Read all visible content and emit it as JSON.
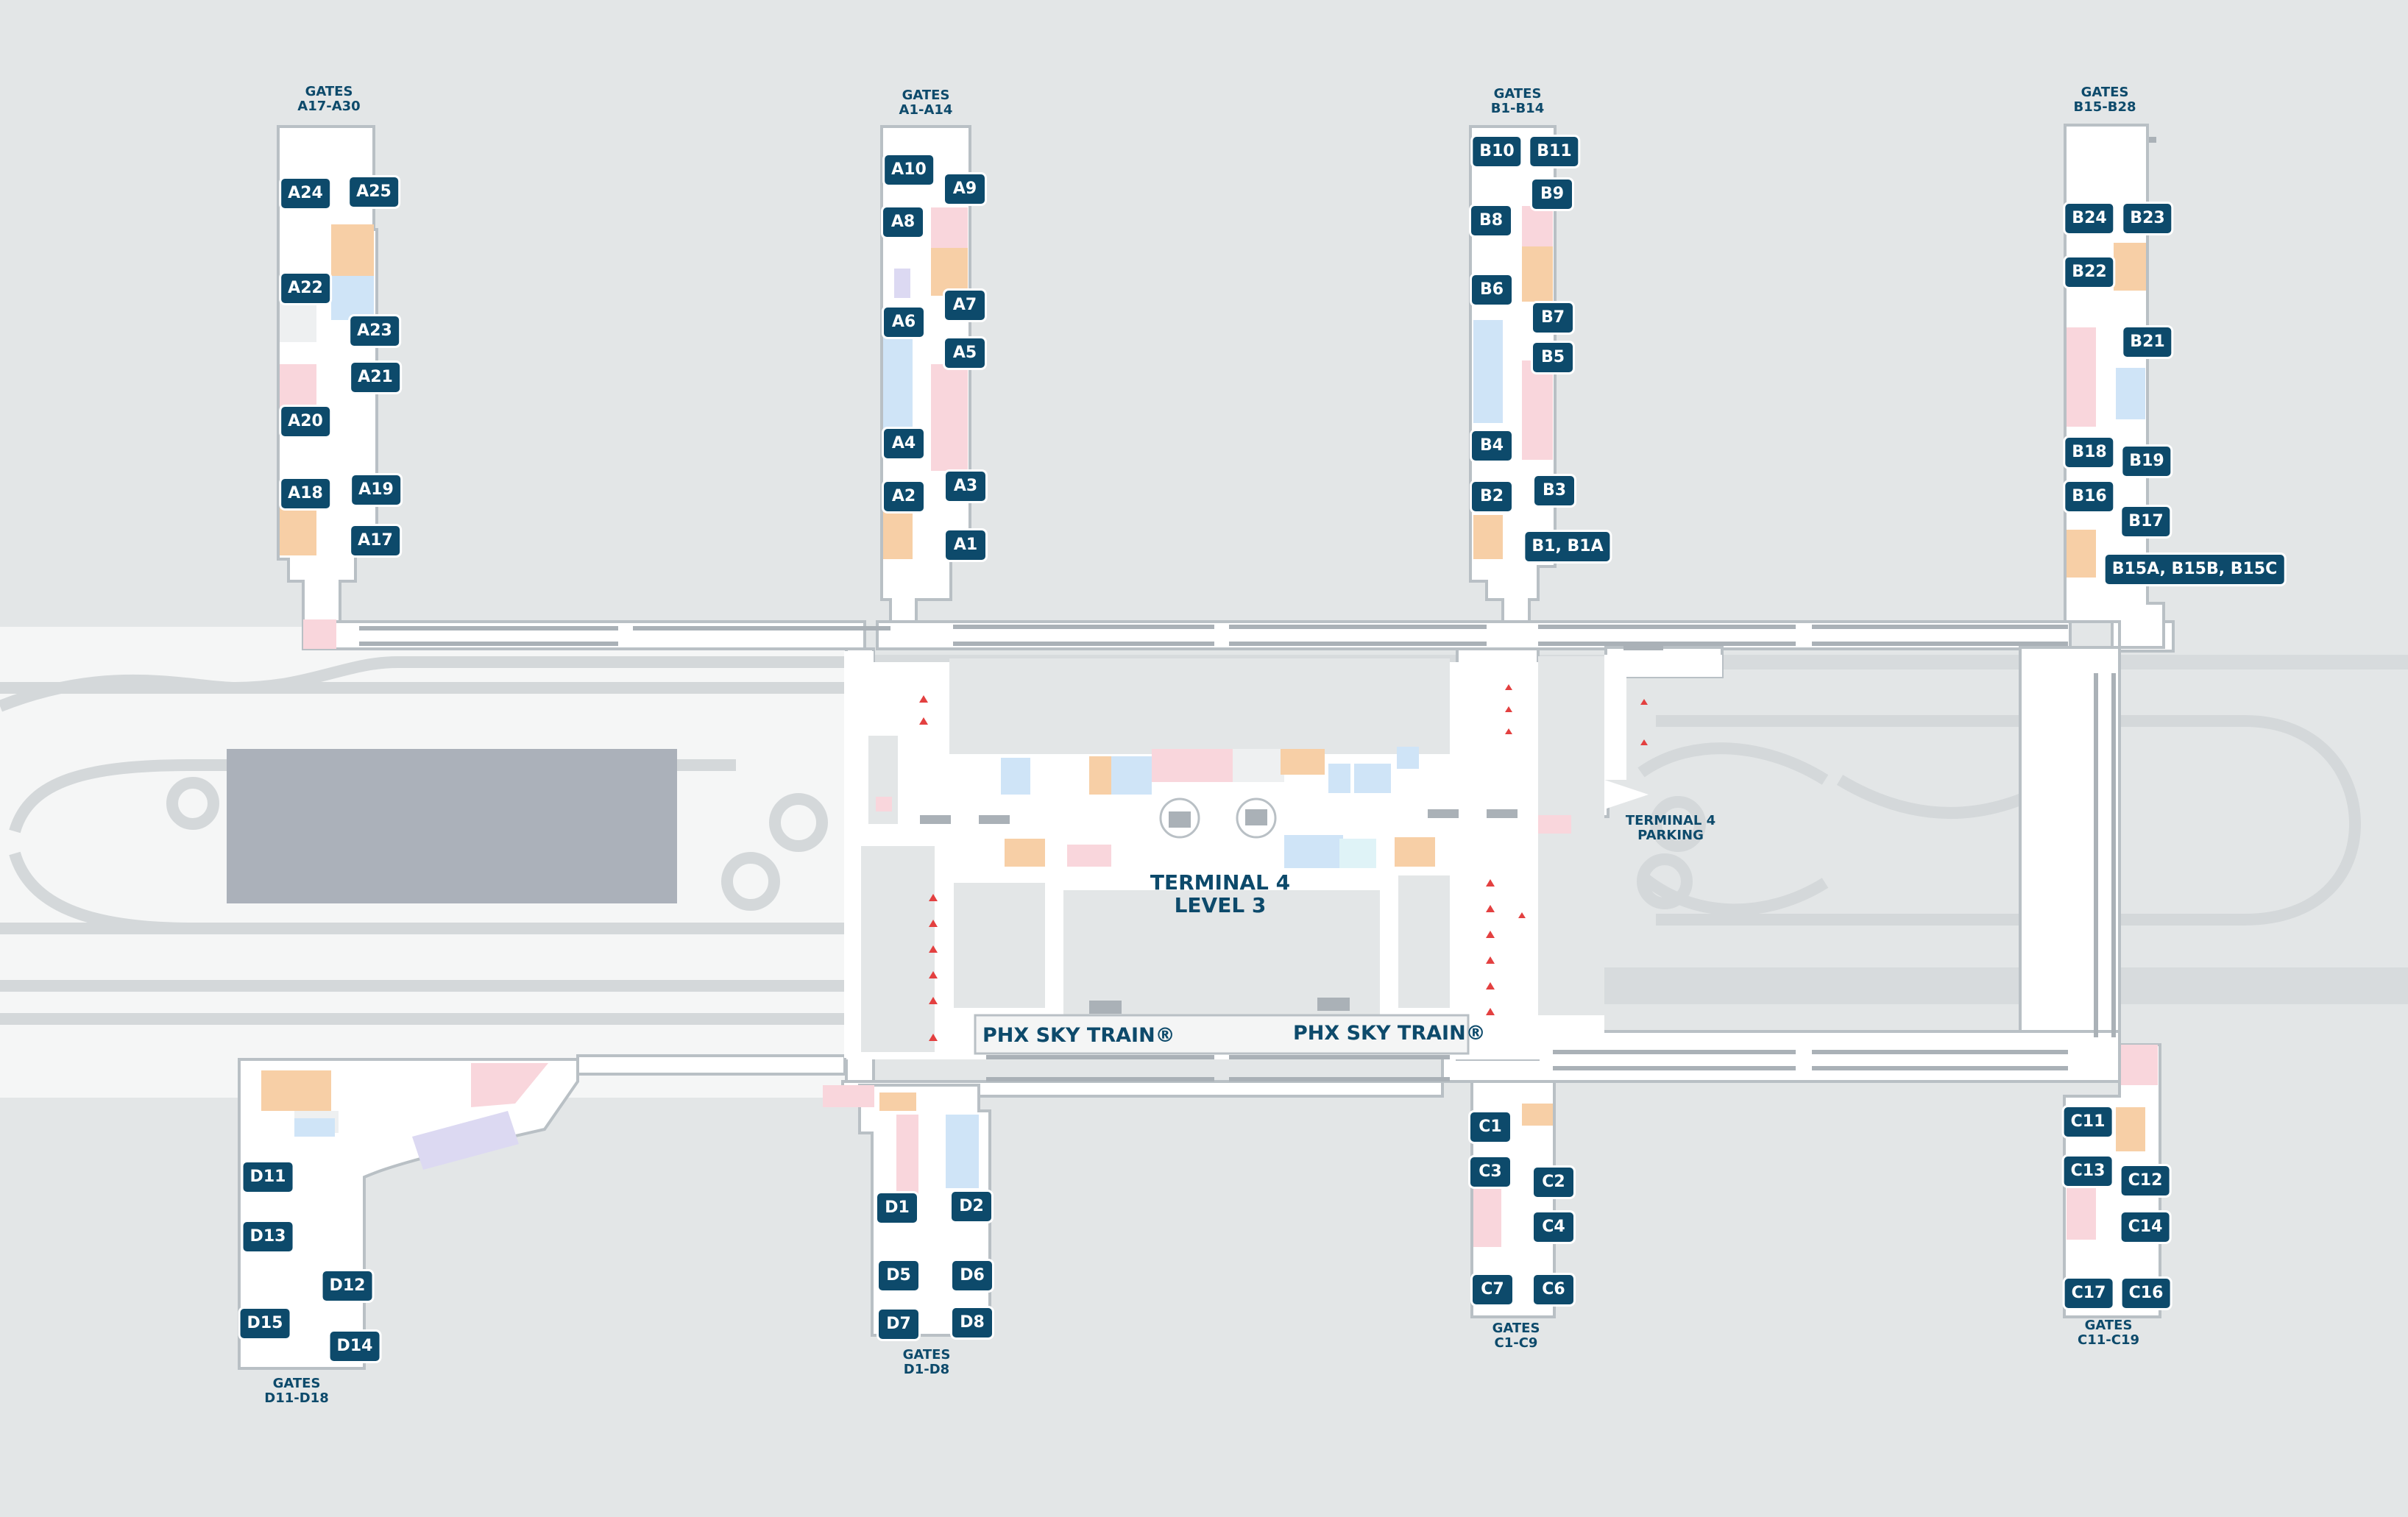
{
  "map": {
    "terminal_title": "TERMINAL 4",
    "terminal_level": "LEVEL 3",
    "parking_line1": "TERMINAL 4",
    "parking_line2": "PARKING",
    "sky_train_left": "PHX SKY TRAIN®",
    "sky_train_right": "PHX SKY TRAIN®"
  },
  "concourses": {
    "a17": {
      "line1": "GATES",
      "line2": "A17-A30"
    },
    "a1": {
      "line1": "GATES",
      "line2": "A1-A14"
    },
    "b1": {
      "line1": "GATES",
      "line2": "B1-B14"
    },
    "b15": {
      "line1": "GATES",
      "line2": "B15-B28"
    },
    "d11": {
      "line1": "GATES",
      "line2": "D11-D18"
    },
    "d1": {
      "line1": "GATES",
      "line2": "D1-D8"
    },
    "c1": {
      "line1": "GATES",
      "line2": "C1-C9"
    },
    "c11": {
      "line1": "GATES",
      "line2": "C11-C19"
    }
  },
  "gates": [
    "A24",
    "A25",
    "A22",
    "A23",
    "A21",
    "A20",
    "A18",
    "A19",
    "A17",
    "A10",
    "A9",
    "A8",
    "A7",
    "A6",
    "A5",
    "A4",
    "A3",
    "A2",
    "A1",
    "B10",
    "B11",
    "B9",
    "B8",
    "B6",
    "B7",
    "B5",
    "B4",
    "B2",
    "B3",
    "B1, B1A",
    "B24",
    "B23",
    "B22",
    "B21",
    "B18",
    "B19",
    "B16",
    "B17",
    "B15A, B15B, B15C",
    "C1",
    "C3",
    "C2",
    "C4",
    "C7",
    "C6",
    "C11",
    "C13",
    "C12",
    "C14",
    "C17",
    "C16",
    "D11",
    "D13",
    "D12",
    "D15",
    "D14",
    "D1",
    "D2",
    "D5",
    "D6",
    "D7",
    "D8"
  ],
  "colors": {
    "background": "#e3e6e7",
    "walkway": "#ffffff",
    "walkway_outline": "#b9c0c5",
    "gate_badge": "#0d4a6b",
    "label_text": "#0d4a6b",
    "building": "#abb1ba",
    "shop_orange": "#f7cfa6",
    "shop_pink": "#f9d6dc",
    "shop_blue": "#cfe4f7",
    "shop_purple": "#dcd9f2",
    "arrow_red": "#e34040"
  }
}
